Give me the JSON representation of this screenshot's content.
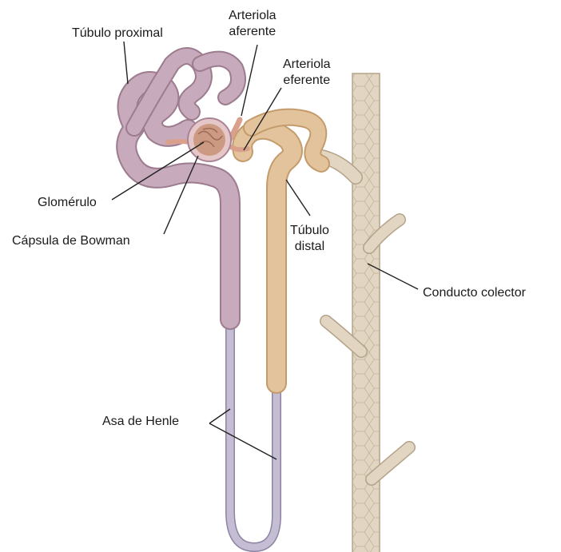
{
  "labels": {
    "tubulo_proximal": "Túbulo proximal",
    "arteriola_aferente": [
      "Arteriola",
      "aferente"
    ],
    "arteriola_eferente": [
      "Arteriola",
      "eferente"
    ],
    "glomerulo": "Glomérulo",
    "capsula_bowman": "Cápsula de Bowman",
    "tubulo_distal": [
      "Túbulo",
      "distal"
    ],
    "conducto_colector": "Conducto colector",
    "asa_henle": "Asa de Henle"
  },
  "colors": {
    "proximal_tubule": "#c7aabb",
    "proximal_edge": "#9c7c8e",
    "distal_tubule": "#e3c39b",
    "distal_edge": "#c49c6c",
    "henle_thin": "#b9b2c9",
    "henle_edge": "#8c84a2",
    "collecting_duct": "#e2d6c2",
    "collecting_edge": "#b3a38a",
    "glomerulus": "#cc9a82",
    "leader_line": "#222222"
  }
}
